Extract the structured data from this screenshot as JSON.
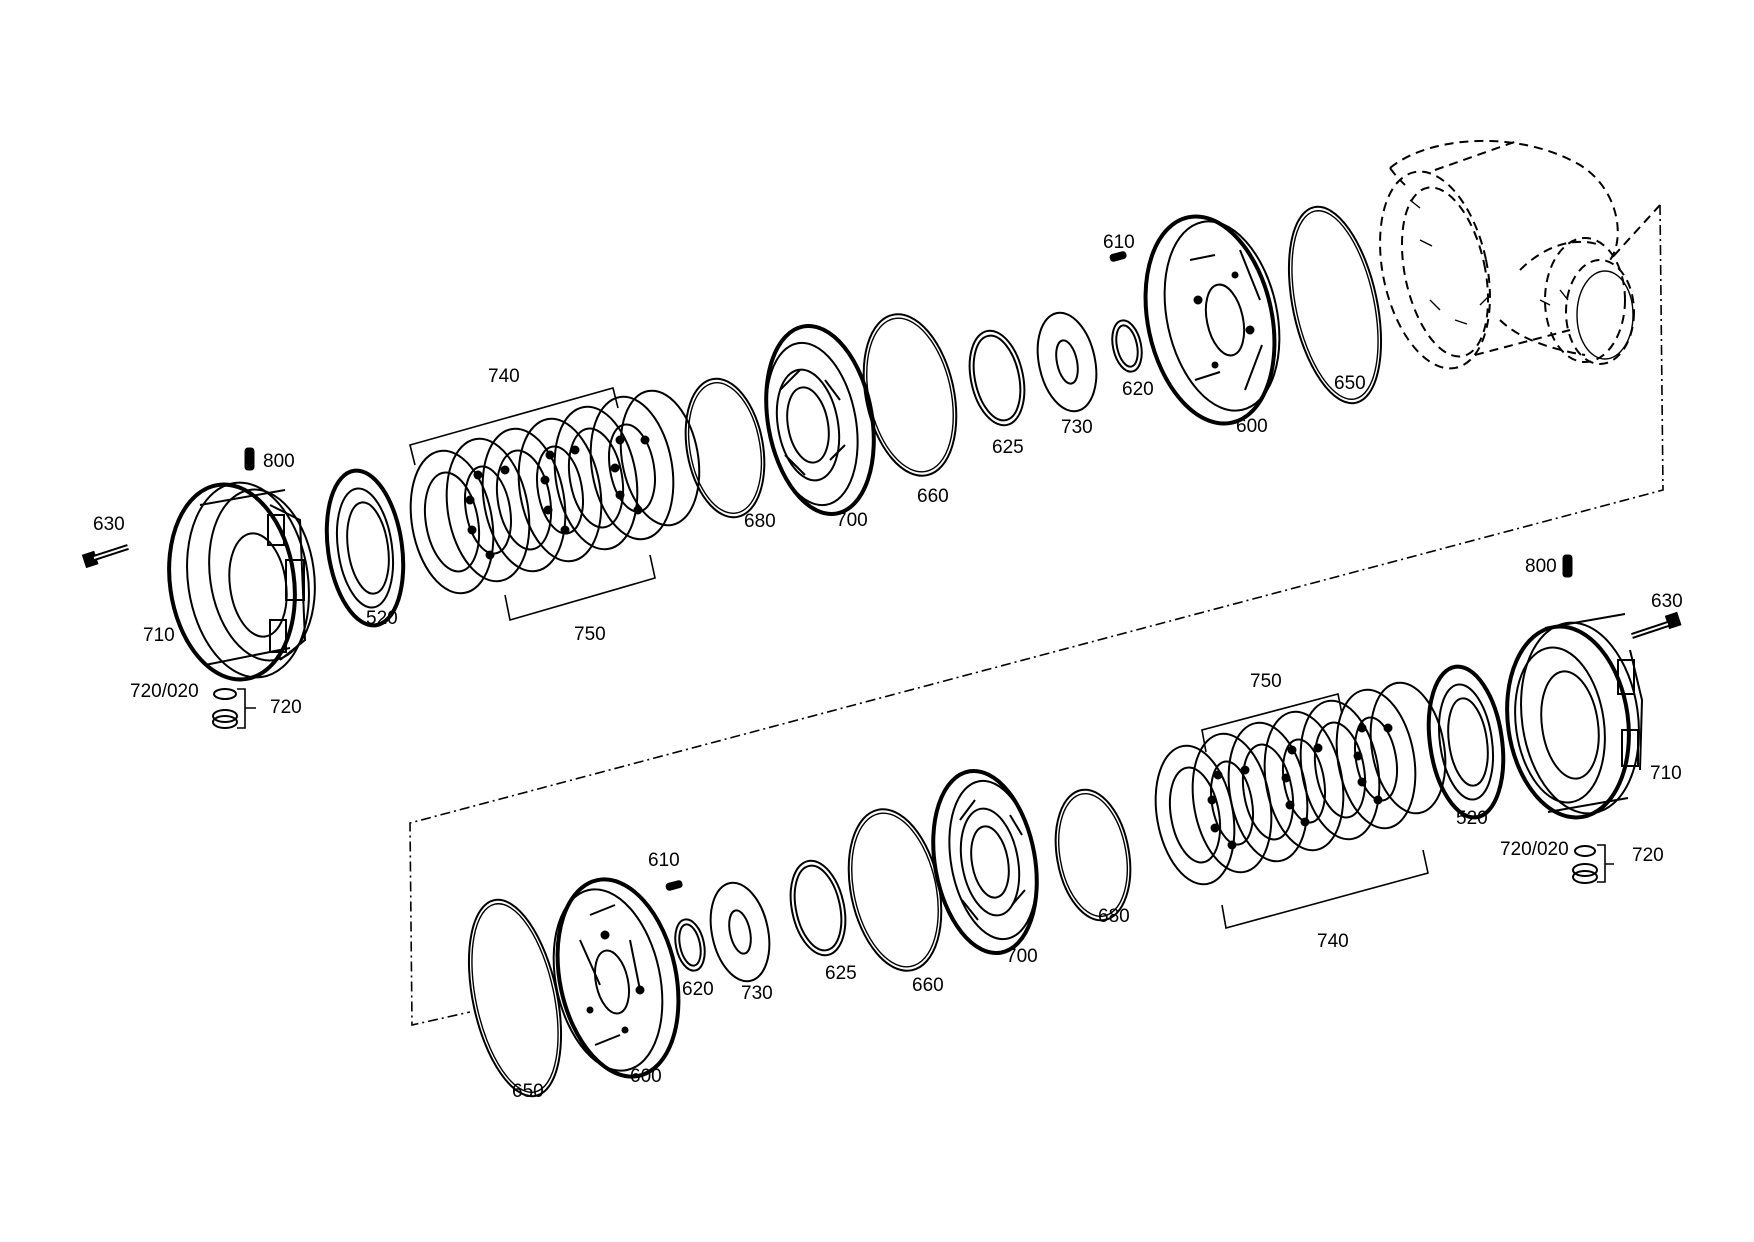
{
  "callouts_top": [
    {
      "id": "t630",
      "text": "630"
    },
    {
      "id": "t800",
      "text": "800"
    },
    {
      "id": "t710",
      "text": "710"
    },
    {
      "id": "t720020",
      "text": "720/020"
    },
    {
      "id": "t720",
      "text": "720"
    },
    {
      "id": "t520",
      "text": "520"
    },
    {
      "id": "t740",
      "text": "740"
    },
    {
      "id": "t750",
      "text": "750"
    },
    {
      "id": "t680",
      "text": "680"
    },
    {
      "id": "t700",
      "text": "700"
    },
    {
      "id": "t660",
      "text": "660"
    },
    {
      "id": "t625",
      "text": "625"
    },
    {
      "id": "t730",
      "text": "730"
    },
    {
      "id": "t610",
      "text": "610"
    },
    {
      "id": "t620",
      "text": "620"
    },
    {
      "id": "t600",
      "text": "600"
    },
    {
      "id": "t650",
      "text": "650"
    }
  ],
  "callouts_bottom": [
    {
      "id": "b800",
      "text": "800"
    },
    {
      "id": "b630",
      "text": "630"
    },
    {
      "id": "b710",
      "text": "710"
    },
    {
      "id": "b720020",
      "text": "720/020"
    },
    {
      "id": "b720",
      "text": "720"
    },
    {
      "id": "b520",
      "text": "520"
    },
    {
      "id": "b750",
      "text": "750"
    },
    {
      "id": "b740",
      "text": "740"
    },
    {
      "id": "b680",
      "text": "680"
    },
    {
      "id": "b700",
      "text": "700"
    },
    {
      "id": "b660",
      "text": "660"
    },
    {
      "id": "b625",
      "text": "625"
    },
    {
      "id": "b730",
      "text": "730"
    },
    {
      "id": "b610",
      "text": "610"
    },
    {
      "id": "b620",
      "text": "620"
    },
    {
      "id": "b600",
      "text": "600"
    },
    {
      "id": "b650",
      "text": "650"
    }
  ]
}
